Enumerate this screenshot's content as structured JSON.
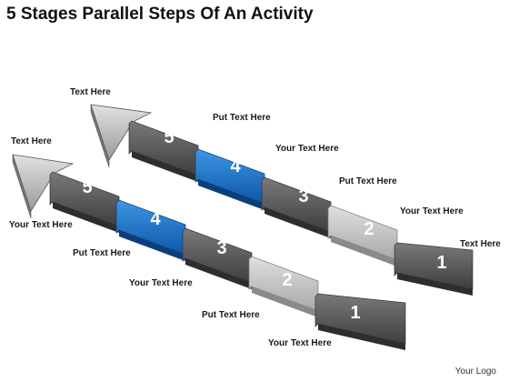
{
  "title": "5 Stages Parallel Steps Of An Activity",
  "logo_text": "Your Logo",
  "colors": {
    "segment_dark": "#5a5a5a",
    "segment_light": "#c4c4c4",
    "highlight": "#1f74c4",
    "arrowhead": "#b8b8b8"
  },
  "upper_arrow": {
    "head_label": "Text Here",
    "steps": [
      {
        "number": "1",
        "label": "Text Here"
      },
      {
        "number": "2",
        "label": "Your Text Here"
      },
      {
        "number": "3",
        "label": "Put Text Here"
      },
      {
        "number": "4",
        "label": "Your Text Here"
      },
      {
        "number": "5",
        "label": "Put Text Here"
      }
    ]
  },
  "lower_arrow": {
    "head_label": "Text Here",
    "steps": [
      {
        "number": "1",
        "label": "Your Text Here"
      },
      {
        "number": "2",
        "label": "Put Text Here"
      },
      {
        "number": "3",
        "label": "Your Text Here"
      },
      {
        "number": "4",
        "label": "Put Text Here"
      },
      {
        "number": "5",
        "label": "Your Text Here"
      }
    ]
  }
}
